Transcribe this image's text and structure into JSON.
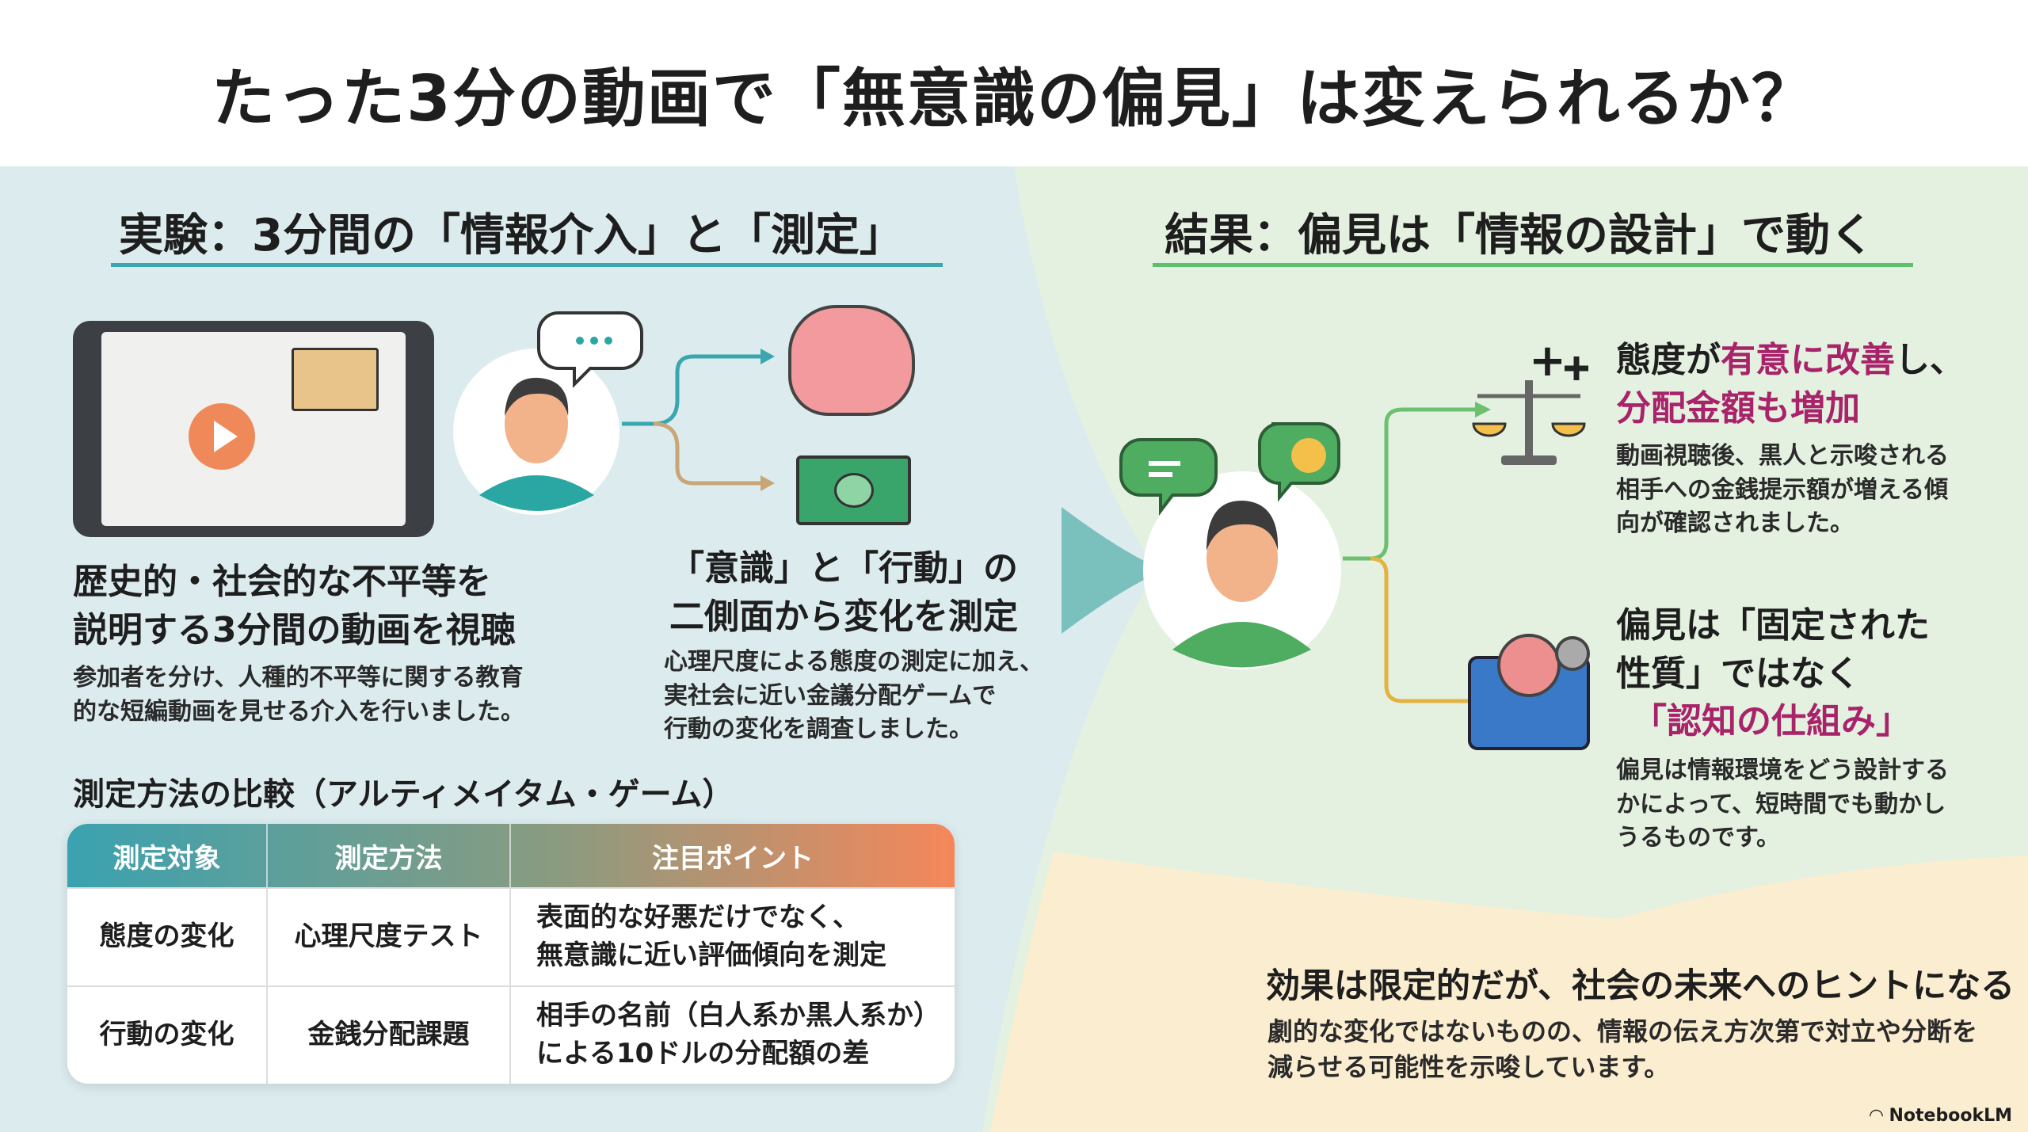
{
  "title": "たった3分の動画で「無意識の偏見」は変えられるか？",
  "left": {
    "heading": "実験：3分間の「情報介入」と「測定」",
    "video_block": {
      "title_line1": "歴史的・社会的な不平等を",
      "title_line2": "説明する3分間の動画を視聴",
      "desc_line1": "参加者を分け、人種的不平等に関する教育",
      "desc_line2": "的な短編動画を見せる介入を行いました。"
    },
    "measure_block": {
      "title_line1": "「意識」と「行動」の",
      "title_line2": "二側面から変化を測定",
      "desc_line1": "心理尺度による態度の測定に加え、",
      "desc_line2": "実社会に近い金議分配ゲームで",
      "desc_line3": "行動の変化を調査しました。"
    },
    "table_title": "測定方法の比較（アルティメイタム・ゲーム）",
    "table": {
      "headers": [
        "測定対象",
        "測定方法",
        "注目ポイント"
      ],
      "rows": [
        [
          "態度の変化",
          "心理尺度テスト",
          "表面的な好悪だけでなく、",
          "無意識に近い評価傾向を測定"
        ],
        [
          "行動の変化",
          "金銭分配課題",
          "相手の名前（白人系か黒人系か）",
          "による10ドルの分配額の差"
        ]
      ]
    }
  },
  "right": {
    "heading": "結果：偏見は「情報の設計」で動く",
    "result1": {
      "plus": "+",
      "t1a": "態度が",
      "t1b": "有意に改善",
      "t1c": "し、",
      "t2": "分配金額も増加",
      "d1": "動画視聴後、黒人と示唆される",
      "d2": "相手への金銭提示額が増える傾",
      "d3": "向が確認されました。"
    },
    "result2": {
      "t1": "偏見は「固定された",
      "t2": "性質」ではなく",
      "t3": "「認知の仕組み」",
      "d1": "偏見は情報環境をどう設計する",
      "d2": "かによって、短時間でも動かし",
      "d3": "うるものです。"
    },
    "bottom": {
      "title": "効果は限定的だが、社会の未来へのヒントになる",
      "d1": "劇的な変化ではないものの、情報の伝え方次第で対立や分断を",
      "d2": "減らせる可能性を示唆しています。"
    }
  },
  "footer": "NotebookLM",
  "colors": {
    "teal": "#3aa6ad",
    "green": "#5cbf6d",
    "orange": "#f0895a",
    "magenta": "#a8236a"
  }
}
